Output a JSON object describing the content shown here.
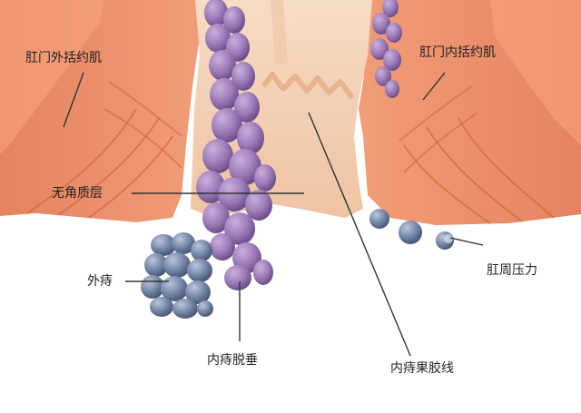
{
  "labels": {
    "external_sphincter": "肛门外括约肌",
    "internal_sphincter": "肛门内括约肌",
    "anoderm": "无角质层",
    "external_hemorrhoid": "外痔",
    "perianal_pressure": "肛周压力",
    "prolapsed_internal_hemorrhoid": "内痔脱垂",
    "dentate_line": "内痔果胶线"
  },
  "colors": {
    "muscle": "#e98a62",
    "muscle_dark": "#c9603a",
    "mucosa": "#f4cfb2",
    "internal_hemorrhoid": "#9c7bb8",
    "external_hemorrhoid": "#6f7f9e",
    "background": "#ffffff",
    "leader_line": "#333333"
  }
}
